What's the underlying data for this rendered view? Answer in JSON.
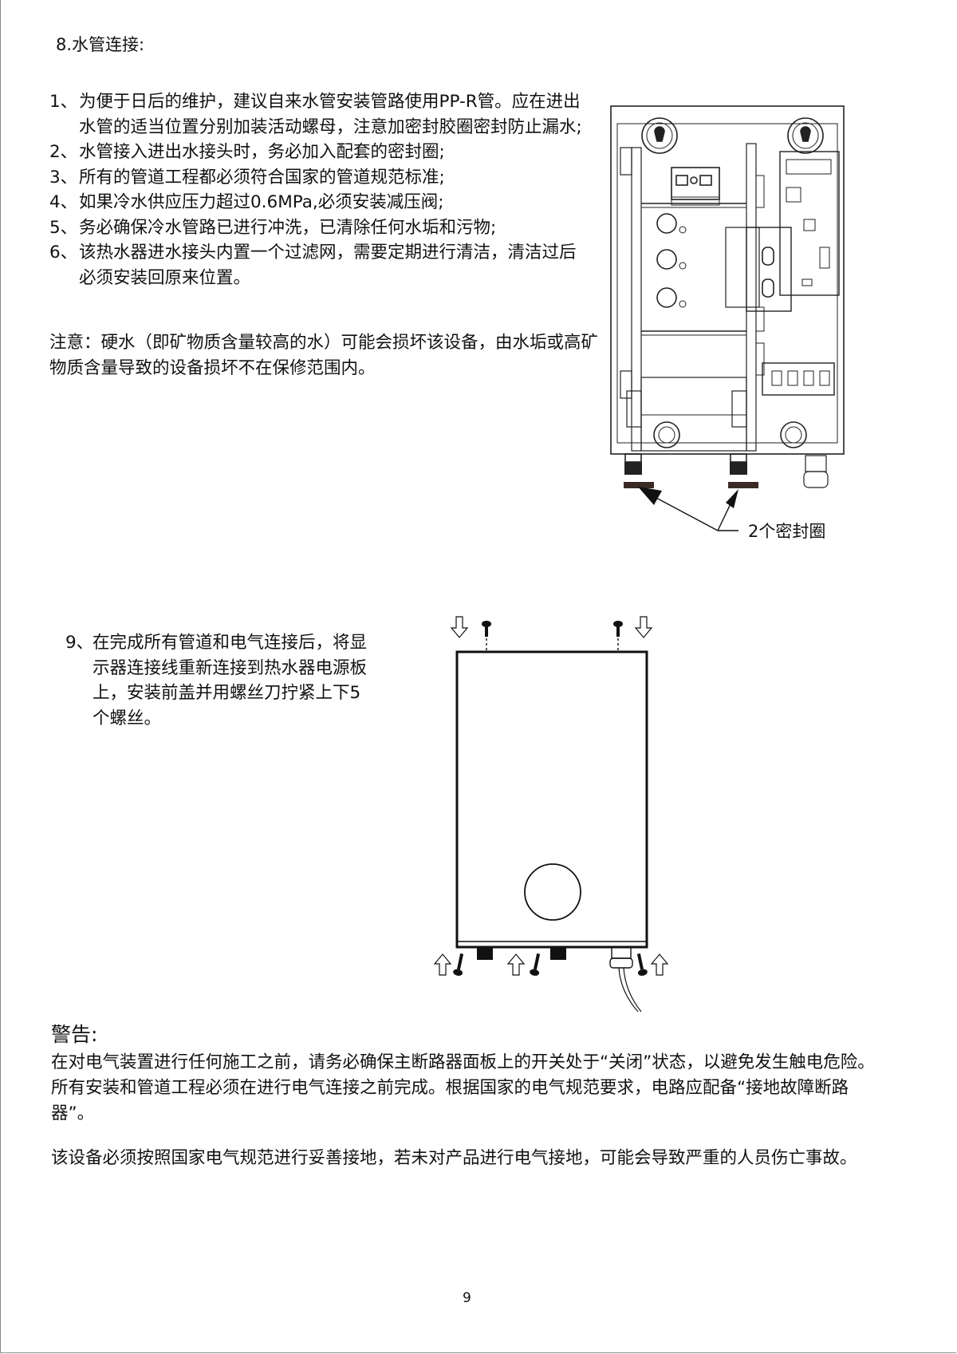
{
  "section8": {
    "title": "8.水管连接:",
    "steps": [
      {
        "num": "1、",
        "text": "为便于日后的维护，建议自来水管安装管路使用PP-R管。应在进出水管的适当位置分别加装活动螺母，注意加密封胶圈密封防止漏水;"
      },
      {
        "num": "2、",
        "text": "水管接入进出水接头时，务必加入配套的密封圈;"
      },
      {
        "num": "3、",
        "text": "所有的管道工程都必须符合国家的管道规范标准;"
      },
      {
        "num": "4、",
        "text": "如果冷水供应压力超过0.6MPa,必须安装减压阀;"
      },
      {
        "num": "5、",
        "text": "务必确保冷水管路已进行冲洗，已清除任何水垢和污物;"
      },
      {
        "num": "6、",
        "text": "该热水器进水接头内置一个过滤网，需要定期进行清洁，清洁过后必须安装回原来位置。"
      }
    ],
    "note": "注意：硬水（即矿物质含量较高的水）可能会损坏该设备，由水垢或高矿物质含量导致的设备损坏不在保修范围内。",
    "figure_label": "2个密封圈"
  },
  "section9": {
    "num": "9、",
    "text": "在完成所有管道和电气连接后，将显示器连接线重新连接到热水器电源板上，安装前盖并用螺丝刀拧紧上下5个螺丝。"
  },
  "warning": {
    "title": "警告:",
    "paragraph1": "在对电气装置进行任何施工之前，请务必确保主断路器面板上的开关处于“关闭”状态，以避免发生触电危险。所有安装和管道工程必须在进行电气连接之前完成。根据国家的电气规范要求，电路应配备“接地故障断路器”。",
    "paragraph2": "该设备必须按照国家电气规范进行妥善接地，若未对产品进行电气接地，可能会导致严重的人员伤亡事故。"
  },
  "page_number": "9"
}
